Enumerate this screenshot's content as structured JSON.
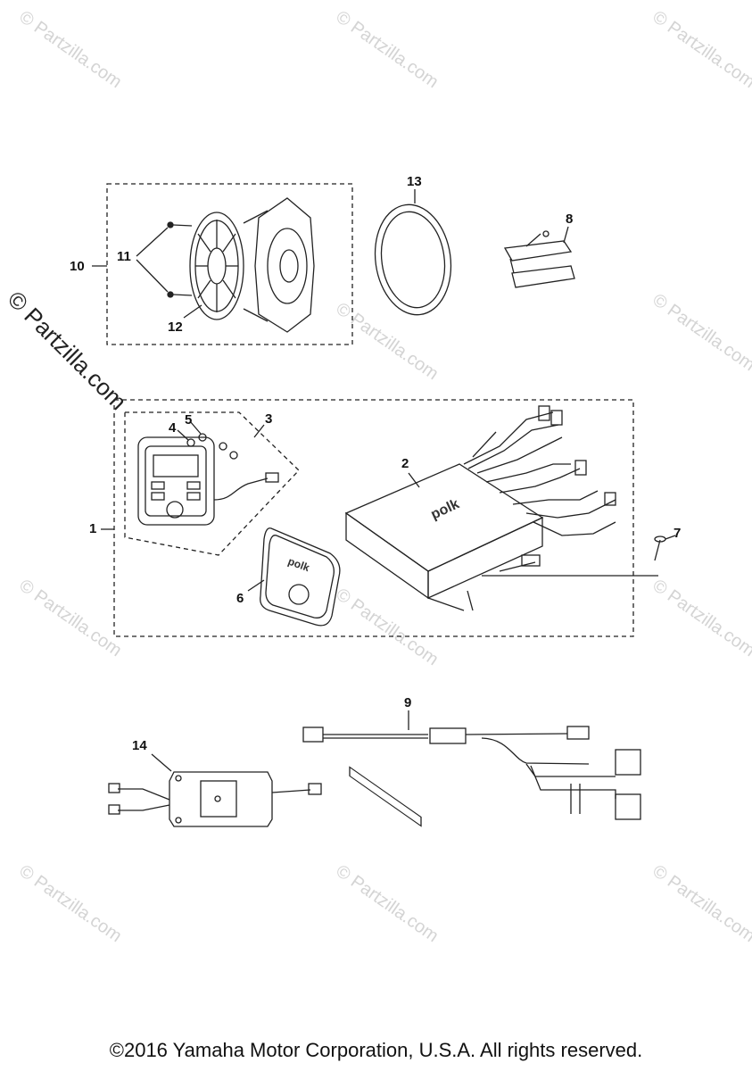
{
  "watermarks": {
    "repeat_text": "© Partzilla.com",
    "overlay_text": "© Partzilla.com"
  },
  "callouts": {
    "p1": "1",
    "p2": "2",
    "p3": "3",
    "p4": "4",
    "p5": "5",
    "p6": "6",
    "p7": "7",
    "p8": "8",
    "p9": "9",
    "p10": "10",
    "p11": "11",
    "p12": "12",
    "p13": "13",
    "p14": "14"
  },
  "logos": {
    "brand": "polk"
  },
  "footer": {
    "copyright": "©2016 Yamaha Motor Corporation, U.S.A. All rights reserved."
  }
}
